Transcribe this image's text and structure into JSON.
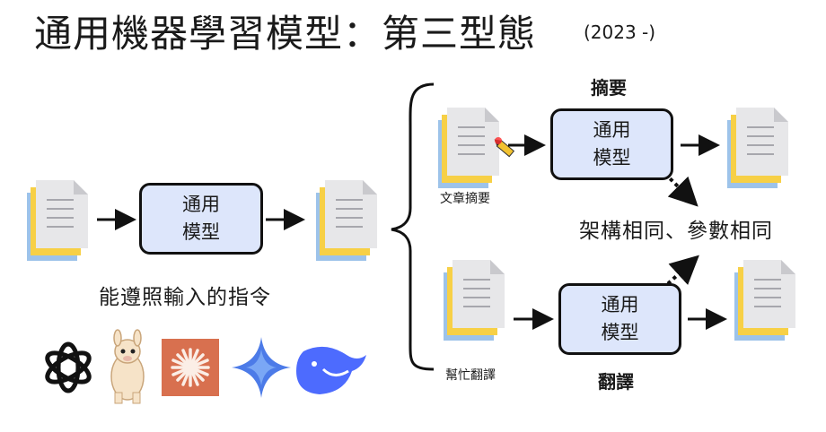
{
  "slide": {
    "title": "通用機器學習模型：第三型態",
    "year_note": "(2023 -)",
    "model_line1": "通用",
    "model_line2": "模型",
    "caption": "能遵照輸入的指令",
    "top_task_title": "摘要",
    "top_input_label": "文章摘要",
    "bottom_task_title": "翻譯",
    "bottom_input_label": "幫忙翻譯",
    "note": "架構相同、參數相同"
  },
  "logos": [
    {
      "name": "openai-logo",
      "color": "#111111"
    },
    {
      "name": "llama-logo",
      "color": "#f2d9b8"
    },
    {
      "name": "claude-logo",
      "color": "#d8704f"
    },
    {
      "name": "gemini-logo",
      "color": "#4c7be8"
    },
    {
      "name": "deepseek-logo",
      "color": "#4d6bfe"
    }
  ],
  "colors": {
    "model_fill": "#dde6fb",
    "doc_back_yellow": "#f7d046",
    "doc_back_blue": "#9dc3ea",
    "doc_page": "#e7e7e9"
  }
}
